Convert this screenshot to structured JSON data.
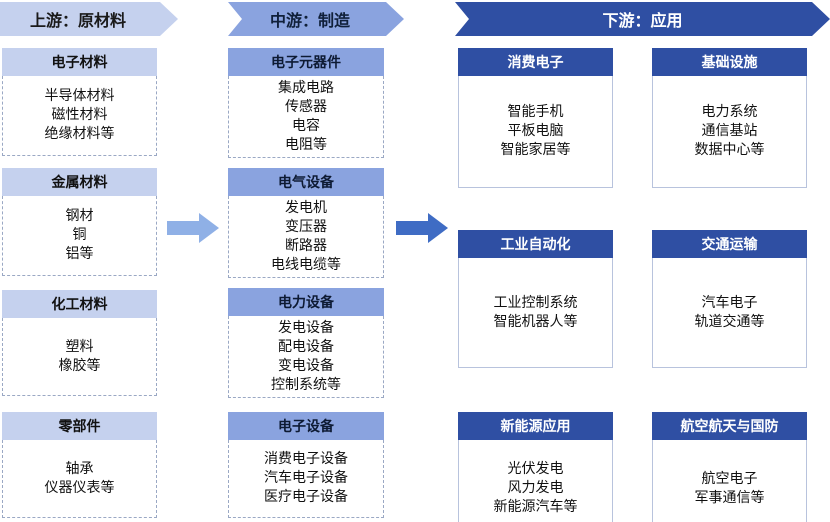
{
  "stages": {
    "upstream": "上游：原材料",
    "midstream": "中游：制造",
    "downstream": "下游：应用"
  },
  "upstream": [
    {
      "title": "电子材料",
      "items": [
        "半导体材料",
        "磁性材料",
        "绝缘材料等"
      ]
    },
    {
      "title": "金属材料",
      "items": [
        "钢材",
        "铜",
        "铝等"
      ]
    },
    {
      "title": "化工材料",
      "items": [
        "塑料",
        "橡胶等"
      ]
    },
    {
      "title": "零部件",
      "items": [
        "轴承",
        "仪器仪表等"
      ]
    }
  ],
  "midstream": [
    {
      "title": "电子元器件",
      "items": [
        "集成电路",
        "传感器",
        "电容",
        "电阻等"
      ]
    },
    {
      "title": "电气设备",
      "items": [
        "发电机",
        "变压器",
        "断路器",
        "电线电缆等"
      ]
    },
    {
      "title": "电力设备",
      "items": [
        "发电设备",
        "配电设备",
        "变电设备",
        "控制系统等"
      ]
    },
    {
      "title": "电子设备",
      "items": [
        "消费电子设备",
        "汽车电子设备",
        "医疗电子设备"
      ]
    }
  ],
  "downstream": [
    {
      "title": "消费电子",
      "items": [
        "智能手机",
        "平板电脑",
        "智能家居等"
      ]
    },
    {
      "title": "基础设施",
      "items": [
        "电力系统",
        "通信基站",
        "数据中心等"
      ]
    },
    {
      "title": "工业自动化",
      "items": [
        "工业控制系统",
        "智能机器人等"
      ]
    },
    {
      "title": "交通运输",
      "items": [
        "汽车电子",
        "轨道交通等"
      ]
    },
    {
      "title": "新能源应用",
      "items": [
        "光伏发电",
        "风力发电",
        "新能源汽车等"
      ]
    },
    {
      "title": "航空航天与国防",
      "items": [
        "航空电子",
        "军事通信等"
      ]
    }
  ],
  "colors": {
    "upstream_header": "#c5d1ee",
    "midstream_header": "#8aa3df",
    "downstream_header": "#2f4fa3",
    "arrow_light": "#8fb0e6",
    "arrow_mid": "#3f6cc4"
  }
}
